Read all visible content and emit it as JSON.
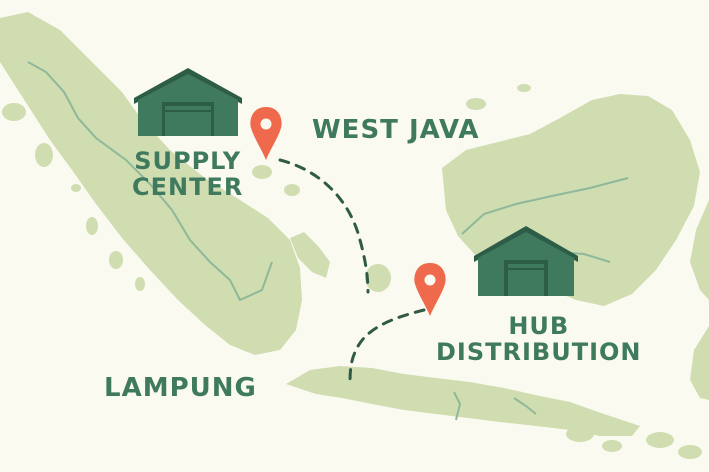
{
  "map": {
    "colors": {
      "background": "#fbfaf0",
      "land": "#cfddb1",
      "river": "#8fb89a",
      "route": "#2f5a45",
      "label": "#3f7a5e",
      "warehouse": "#3f7a5e",
      "warehouse_dark": "#2e5d47",
      "pin": "#ef6a4c"
    },
    "labels": {
      "supply_center_line1": "SUPPLY",
      "supply_center_line2": "CENTER",
      "west_java": "WEST JAVA",
      "hub_line1": "HUB",
      "hub_line2": "DISTRIBUTION",
      "lampung": "LAMPUNG"
    },
    "icons": {
      "warehouse_left": "warehouse-icon",
      "warehouse_right": "warehouse-icon",
      "pin_left": "location-pin-icon",
      "pin_right": "location-pin-icon"
    }
  }
}
